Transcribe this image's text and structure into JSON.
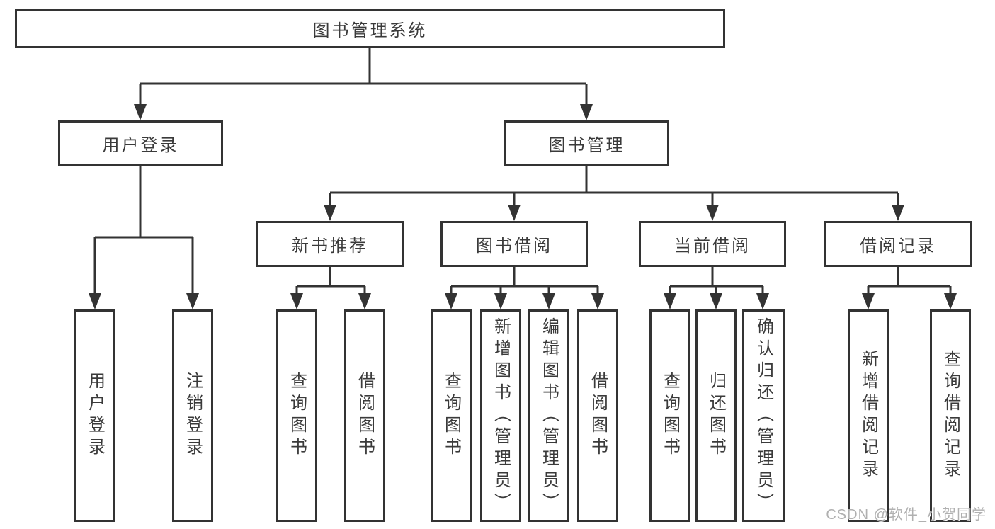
{
  "tree": {
    "root": "图书管理系统",
    "level2": [
      "用户登录",
      "图书管理"
    ],
    "level3": [
      "新书推荐",
      "图书借阅",
      "当前借阅",
      "借阅记录"
    ],
    "leaves": {
      "user_login": [
        "用户登录",
        "注销登录"
      ],
      "new_book_recommend": [
        "查询图书",
        "借阅图书"
      ],
      "book_borrow": [
        "查询图书",
        "新增图书（管理员）",
        "编辑图书（管理员）",
        "借阅图书"
      ],
      "current_borrow": [
        "查询图书",
        "归还图书",
        "确认归还（管理员）"
      ],
      "borrow_record": [
        "新增借阅记录",
        "查询借阅记录"
      ]
    }
  },
  "watermark": "CSDN @软件_小贺同学",
  "colors": {
    "line": "#333333",
    "text": "#3a3a3a",
    "box_background": "#ffffff",
    "watermark": "#b0b0b0",
    "page_background": "#ffffff"
  }
}
